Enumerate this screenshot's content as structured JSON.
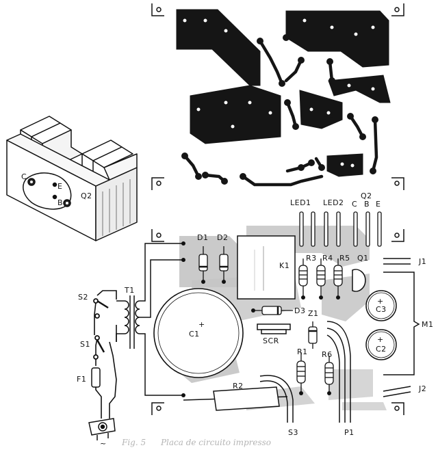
{
  "heatsink": {
    "transistor": "Q2",
    "pins": {
      "c": "C",
      "e": "E",
      "b": "B"
    }
  },
  "components": {
    "d1": "D1",
    "d2": "D2",
    "k1": "K1",
    "t1": "T1",
    "s2": "S2",
    "s1": "S1",
    "f1": "F1",
    "c1": "C1",
    "c1_polarity": "+",
    "d3": "D3",
    "scr": "SCR",
    "z1": "Z1",
    "r1": "R1",
    "r2": "R2",
    "r3": "R3",
    "r4": "R4",
    "r5": "R5",
    "r6": "R6",
    "q1": "Q1",
    "c2": "C2",
    "c3": "C3",
    "c2_polarity": "+",
    "c3_polarity": "+",
    "m1": "M1",
    "j1": "J1",
    "j2": "J2",
    "s3": "S3",
    "p1": "P1",
    "led1": "LED1",
    "led2": "LED2",
    "q2": "Q2",
    "q2_c": "C",
    "q2_b": "B",
    "q2_e": "E",
    "ac_symbol": "~"
  },
  "caption": {
    "fig": "Fig. 5",
    "title": "Placa de circuito impresso"
  }
}
